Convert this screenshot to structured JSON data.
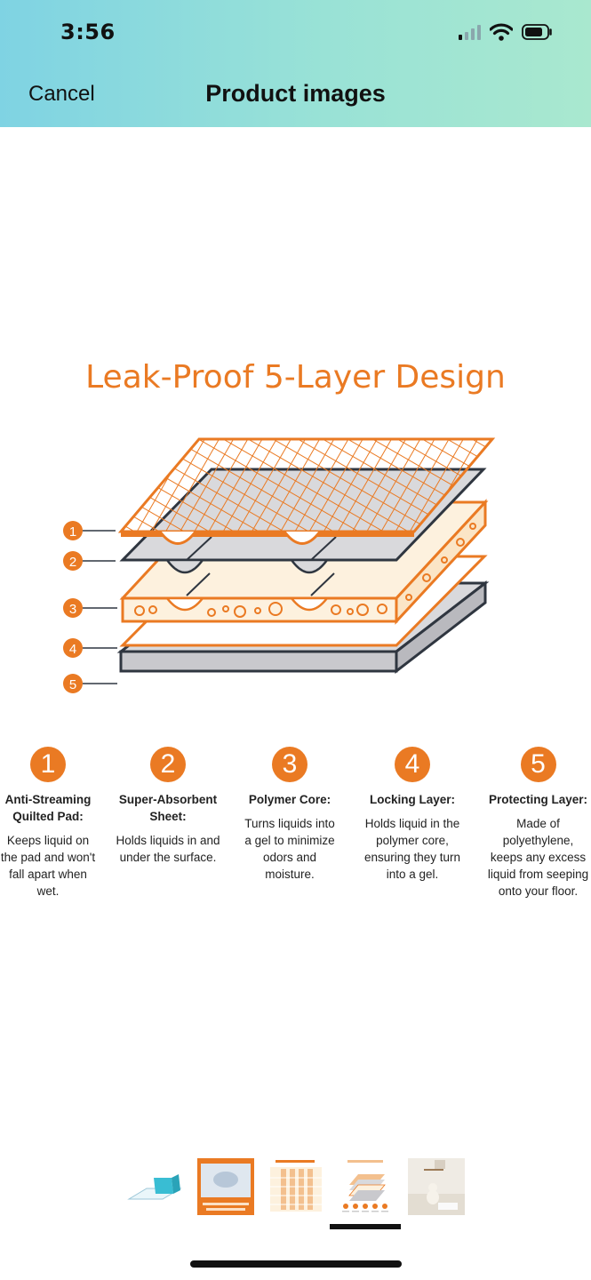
{
  "status_bar": {
    "time": "3:56"
  },
  "nav": {
    "cancel_label": "Cancel",
    "title": "Product images"
  },
  "product_image": {
    "title": "Leak-Proof 5-Layer Design",
    "callout_numbers": [
      "1",
      "2",
      "3",
      "4",
      "5"
    ],
    "layers": [
      {
        "number": "1",
        "title": "Anti-Streaming Quilted Pad:",
        "text": "Keeps liquid on the pad and won't fall apart when wet."
      },
      {
        "number": "2",
        "title": "Super-Absorbent Sheet:",
        "text": "Holds liquids in and under the surface."
      },
      {
        "number": "3",
        "title": "Polymer Core:",
        "text": "Turns liquids into a gel to minimize odors and moisture."
      },
      {
        "number": "4",
        "title": "Locking Layer:",
        "text": "Holds liquid in the polymer core, ensuring they turn into a gel."
      },
      {
        "number": "5",
        "title": "Protecting Layer:",
        "text": "Made of polyethylene, keeps any excess liquid from seeping onto your floor."
      }
    ],
    "colors": {
      "accent": "#ea7a23",
      "gray_layer": "#d9d9dc",
      "cream_layer": "#fdf1de",
      "outline": "#2f3640"
    }
  },
  "thumbnails": {
    "selected_index": 3,
    "items": [
      {
        "name": "pad-package"
      },
      {
        "name": "pad-absorb"
      },
      {
        "name": "size-chart"
      },
      {
        "name": "layer-design"
      },
      {
        "name": "puppy-room"
      }
    ]
  }
}
